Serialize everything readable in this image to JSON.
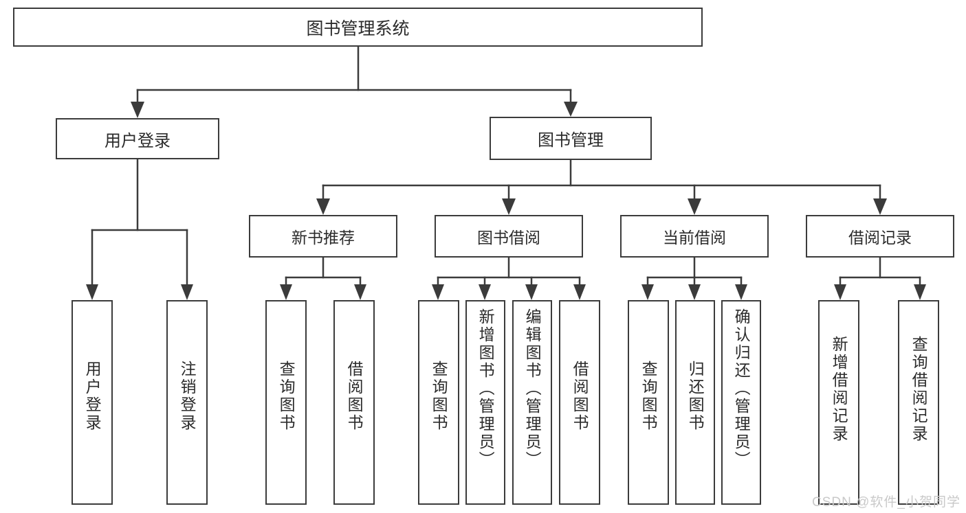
{
  "diagram": {
    "title": "图书管理系统",
    "root": {
      "label": "图书管理系统"
    },
    "level1": [
      {
        "label": "用户登录"
      },
      {
        "label": "图书管理"
      }
    ],
    "level2": [
      {
        "label": "新书推荐"
      },
      {
        "label": "图书借阅"
      },
      {
        "label": "当前借阅"
      },
      {
        "label": "借阅记录"
      }
    ],
    "leaves": {
      "user_login": [
        {
          "label": "用户登录"
        },
        {
          "label": "注销登录"
        }
      ],
      "new_book_recommend": [
        {
          "label": "查询图书"
        },
        {
          "label": "借阅图书"
        }
      ],
      "book_borrow": [
        {
          "label": "查询图书"
        },
        {
          "label": "新增图书（管理员）"
        },
        {
          "label": "编辑图书（管理员）"
        },
        {
          "label": "借阅图书"
        }
      ],
      "current_borrow": [
        {
          "label": "查询图书"
        },
        {
          "label": "归还图书"
        },
        {
          "label": "确认归还（管理员）"
        }
      ],
      "borrow_record": [
        {
          "label": "新增借阅记录"
        },
        {
          "label": "查询借阅记录"
        }
      ]
    }
  },
  "watermark": {
    "text": "CSDN @软件_小贺同学"
  },
  "colors": {
    "stroke": "#3b3b3b",
    "fill": "#ffffff",
    "text": "#2b2b2b",
    "watermark": "#c9c9c9"
  }
}
